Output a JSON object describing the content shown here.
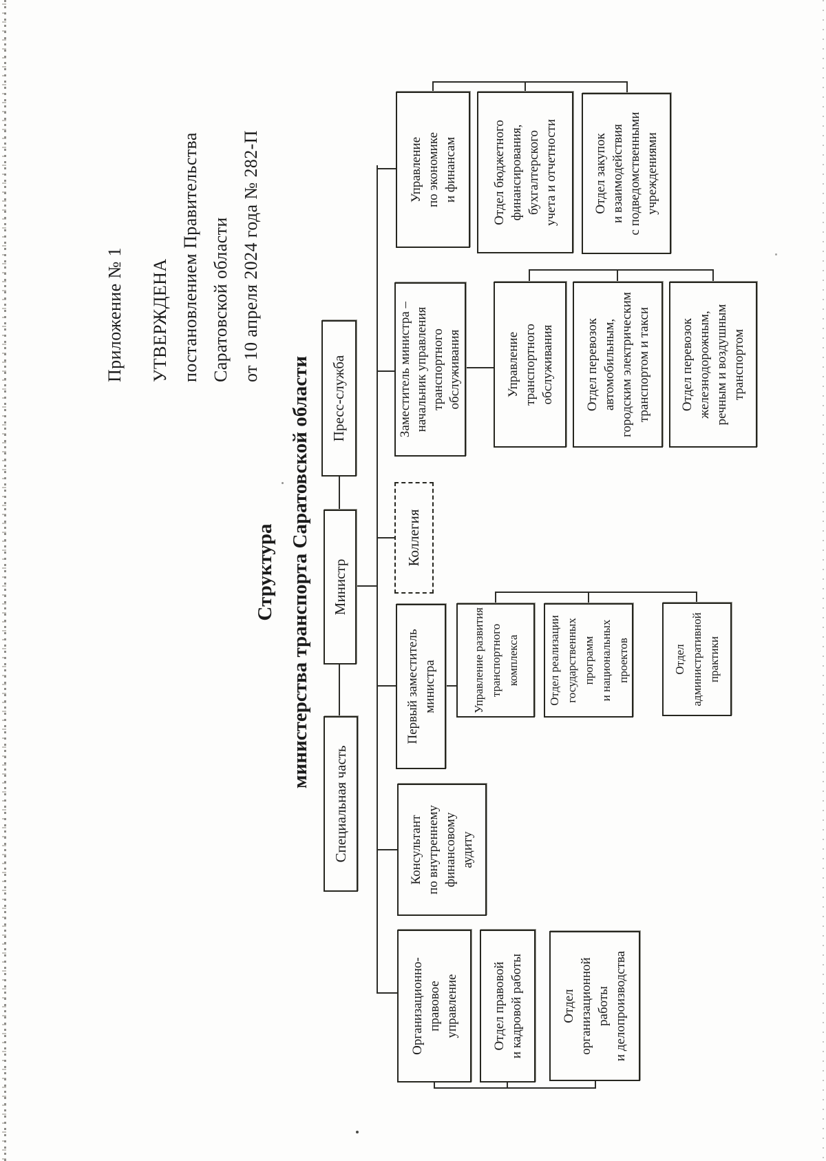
{
  "colors": {
    "ink": "#1b1b1b",
    "line": "#2c2c28",
    "paper": "#fdfdfc"
  },
  "document": {
    "header_lines": [
      "Приложение № 1",
      "УТВЕРЖДЕНА",
      "постановлением Правительства",
      "Саратовской области",
      "от 10 апреля 2024 года № 282-П"
    ],
    "title_line1": "Структура",
    "title_line2": "министерства транспорта Саратовской области"
  },
  "nodes": {
    "spec_chast": {
      "label": "Специальная часть"
    },
    "ministr": {
      "label": "Министр"
    },
    "press_sluzhba": {
      "label": "Пресс-служба"
    },
    "kollegiya": {
      "label": "Коллегия"
    },
    "org_pravovoe": {
      "label": "Организационно-\nправовое\nуправление"
    },
    "konsultant": {
      "label": "Консультант\nпо внутреннему\nфинансовому\nаудиту"
    },
    "pervyi_zam": {
      "label": "Первый заместитель\nминистра"
    },
    "zam_ministra": {
      "label": "Заместитель министра –\nначальник управления\nтранспортного\nобслуживания"
    },
    "upr_ekonomika": {
      "label": "Управление\nпо экономике\nи финансам"
    },
    "otdel_pravovoi": {
      "label": "Отдел правовой\nи кадровой работы"
    },
    "otdel_org_raboty": {
      "label": "Отдел\nорганизационной\nработы\nи делопроизводства"
    },
    "upr_razvitiya": {
      "label": "Управление развития\nтранспортного\nкомплекса"
    },
    "otdel_programm": {
      "label": "Отдел реализации\nгосударственных\nпрограмм\nи национальных\nпроектов"
    },
    "otdel_adm": {
      "label": "Отдел\nадминистративной\nпрактики"
    },
    "upr_transport": {
      "label": "Управление\nтранспортного\nобслуживания"
    },
    "otdel_avto": {
      "label": "Отдел перевозок\nавтомобильным,\nгородским электрическим\nтранспортом и такси"
    },
    "otdel_zhd": {
      "label": "Отдел перевозок\nжелезнодорожным,\nречным и воздушным\nтранспортом"
    },
    "otdel_byudzhet": {
      "label": "Отдел бюджетного\nфинансирования,\nбухгалтерского\nучета и отчетности"
    },
    "otdel_zakupok": {
      "label": "Отдел закупок\nи взаимодействия\nс подведомственными\nучреждениями"
    }
  },
  "hierarchy": {
    "ministr": [
      "spec_chast",
      "press_sluzhba",
      "org_pravovoe",
      "konsultant",
      "pervyi_zam",
      "kollegiya",
      "zam_ministra",
      "upr_ekonomika"
    ],
    "org_pravovoe": [
      "otdel_pravovoi",
      "otdel_org_raboty"
    ],
    "pervyi_zam": [
      "upr_razvitiya"
    ],
    "upr_razvitiya": [
      "otdel_programm",
      "otdel_adm"
    ],
    "zam_ministra": [
      "upr_transport"
    ],
    "upr_transport": [
      "otdel_avto",
      "otdel_zhd"
    ],
    "upr_ekonomika": [
      "otdel_byudzhet",
      "otdel_zakupok"
    ]
  }
}
